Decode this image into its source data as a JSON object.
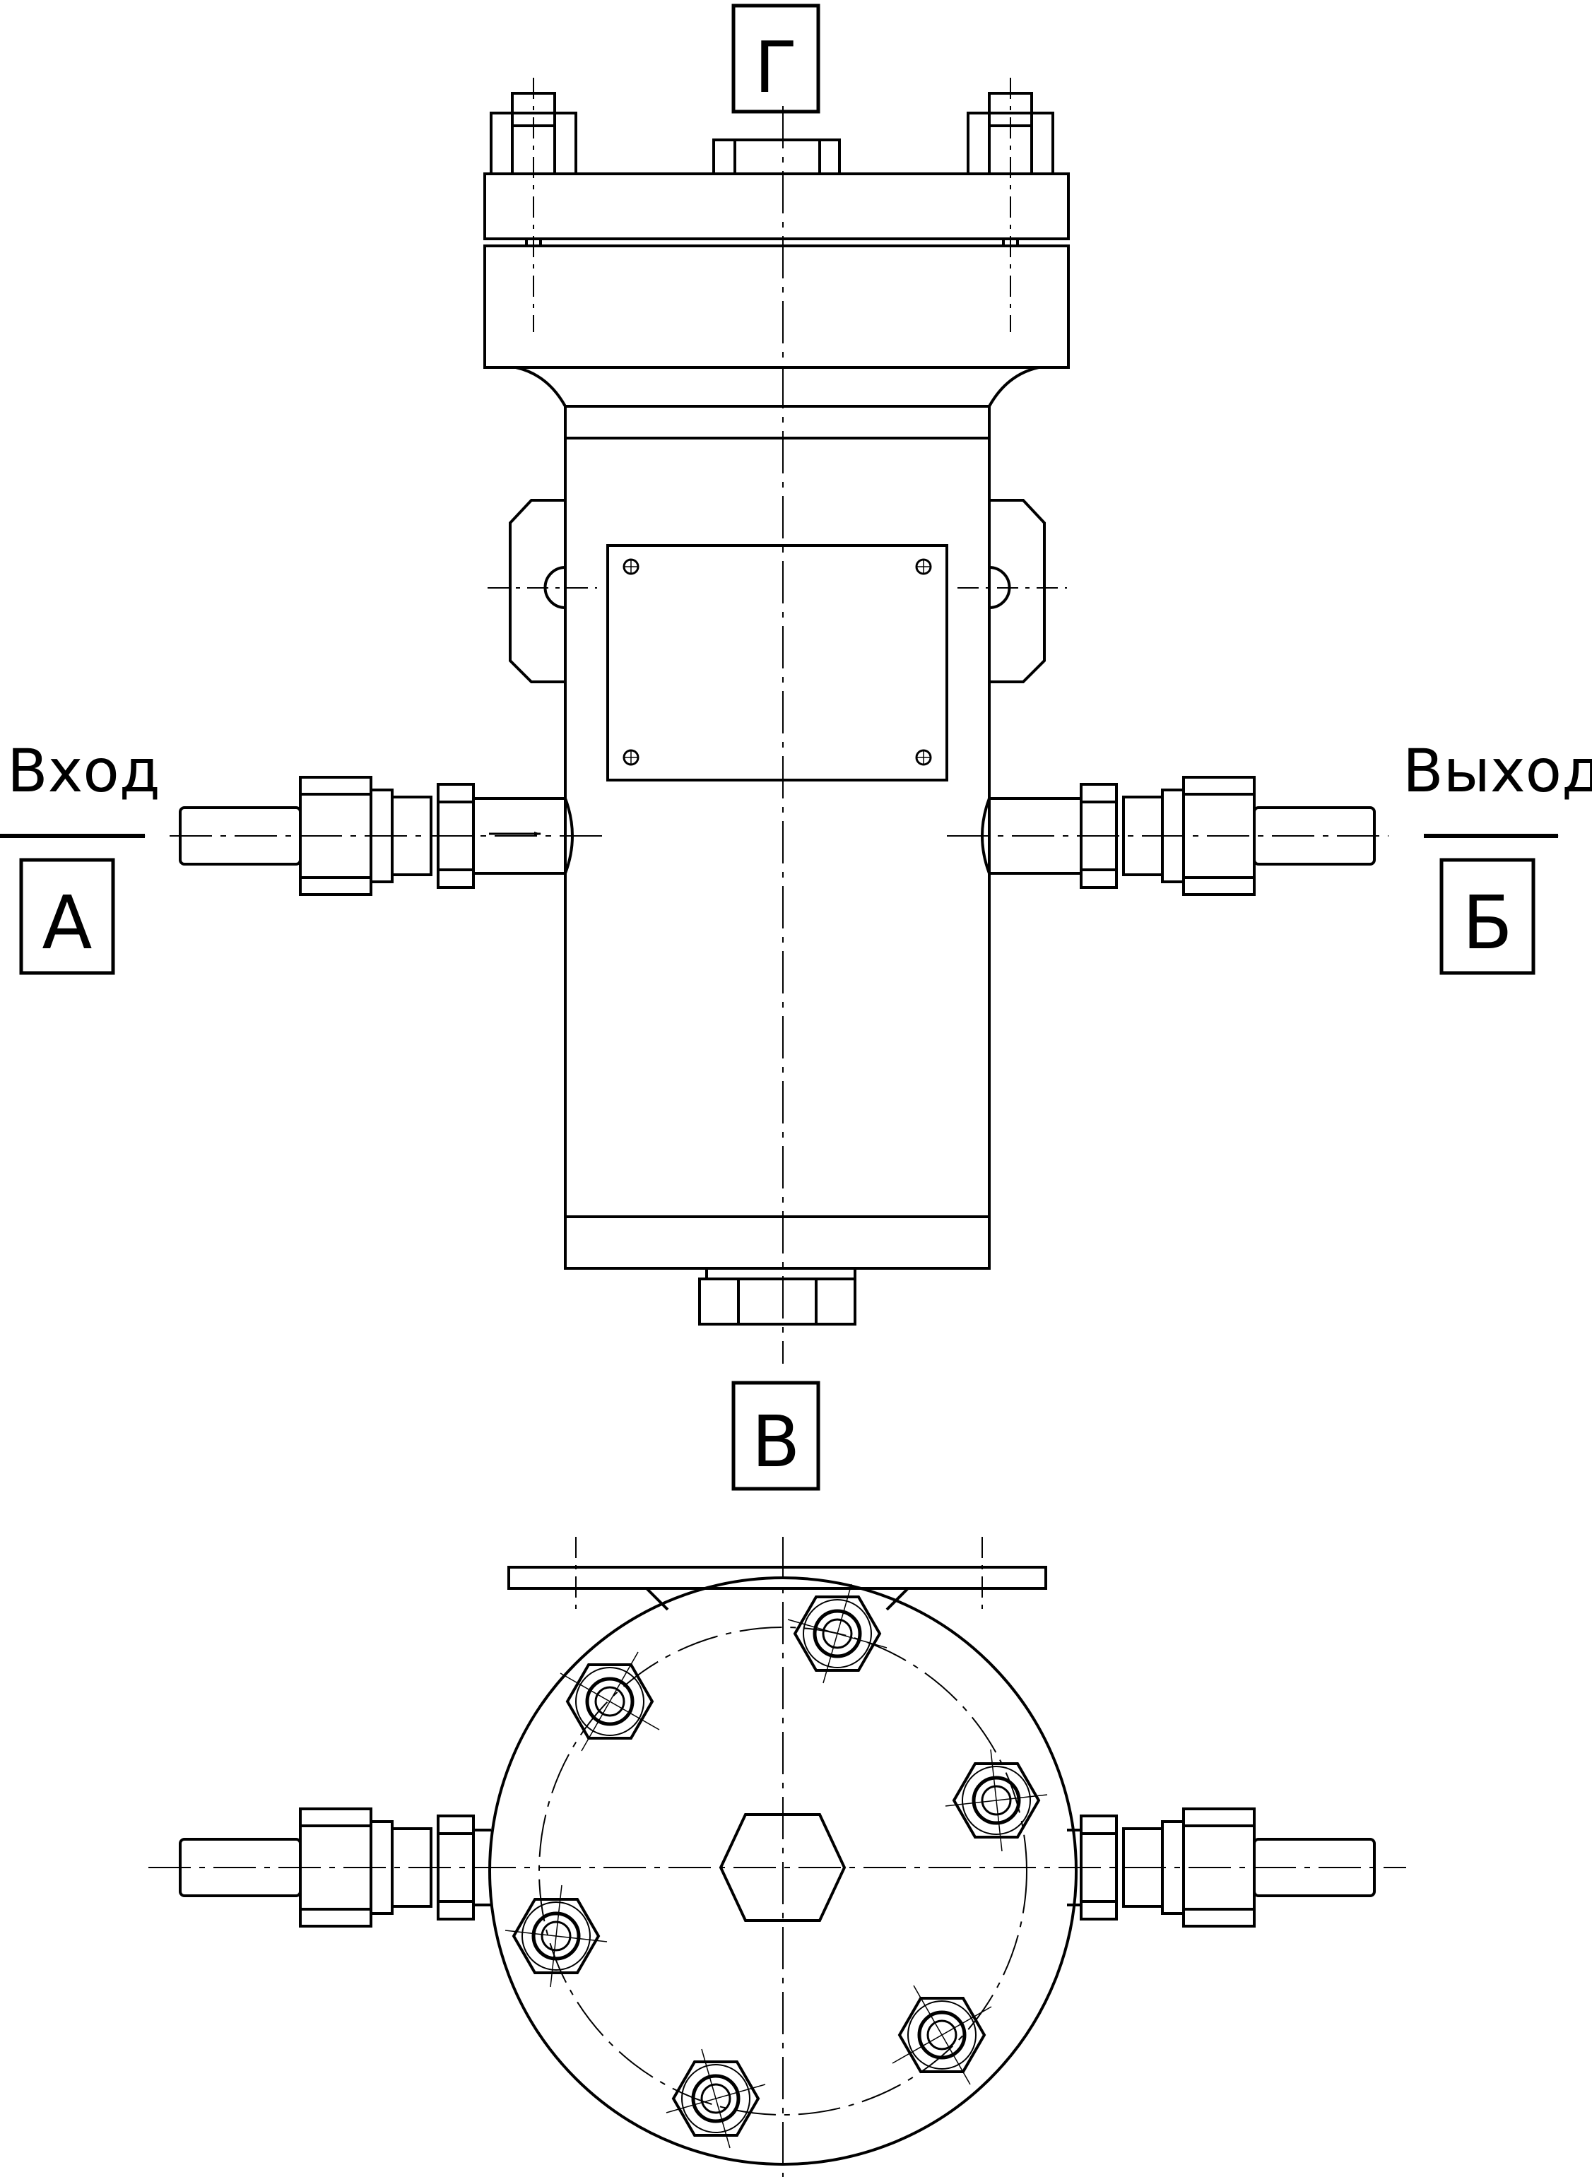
{
  "labels": {
    "inlet_text": "Вход",
    "outlet_text": "Выход",
    "port_a": "А",
    "port_b": "Б",
    "port_v": "В",
    "port_g": "Г"
  },
  "colors": {
    "line": "#000000",
    "background": "#ffffff"
  }
}
